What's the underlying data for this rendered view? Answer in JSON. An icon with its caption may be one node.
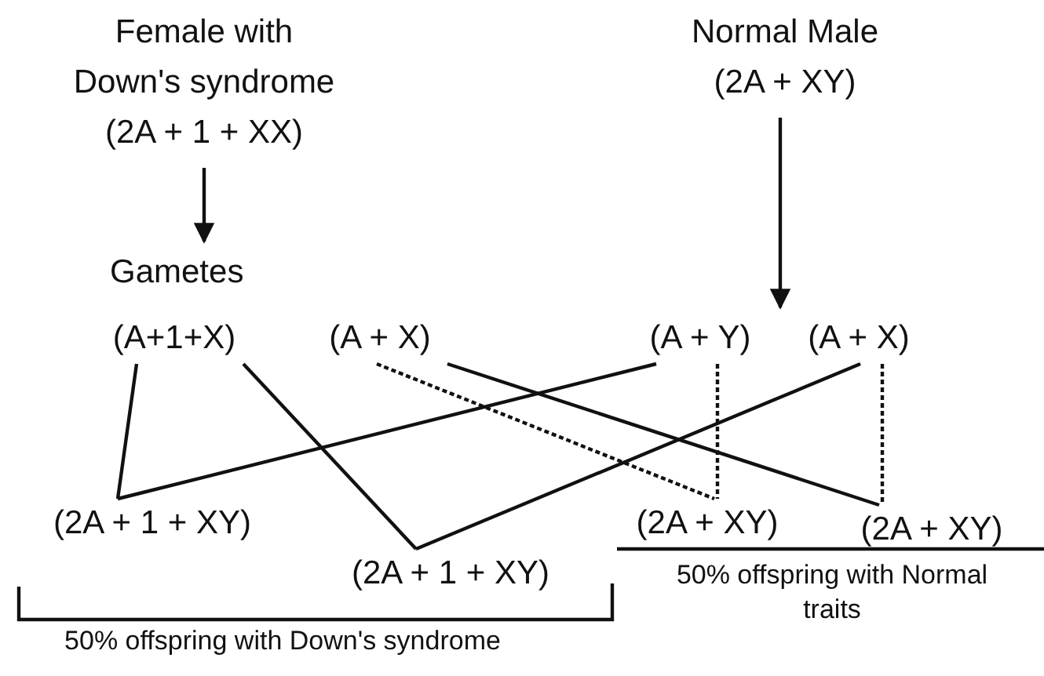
{
  "diagram": {
    "nodes": [
      {
        "text": [
          "Female with Down's syndrome",
          "(2A + 1 + XX)"
        ]
      },
      {
        "text": [
          "Normal Male",
          "(2A + XY)"
        ]
      },
      {
        "text": [
          "Gametes"
        ]
      },
      {
        "text": [
          "(A+1+X)"
        ]
      },
      {
        "text": [
          "(A + X)"
        ]
      },
      {
        "text": [
          "(A + Y)"
        ]
      },
      {
        "text": [
          "(A + X)"
        ]
      },
      {
        "text": [
          "(2A + 1 + XY)"
        ]
      },
      {
        "text": [
          "(2A + 1 + XY)"
        ]
      },
      {
        "text": [
          "(2A + XY)"
        ]
      },
      {
        "text": [
          "(2A + XY)"
        ]
      }
    ],
    "edges": [
      {
        "from": 3,
        "to": 7,
        "arrow": "none"
      },
      {
        "from": 5,
        "to": 7,
        "arrow": "none"
      },
      {
        "from": 3,
        "to": 8,
        "arrow": "none"
      },
      {
        "from": 6,
        "to": 8,
        "arrow": "none"
      },
      {
        "from": 4,
        "to": 9,
        "arrow": "none",
        "style": "dashed"
      },
      {
        "from": 5,
        "to": 9,
        "arrow": "none",
        "style": "dashed"
      },
      {
        "from": 4,
        "to": 10,
        "arrow": "none"
      },
      {
        "from": 6,
        "to": 10,
        "arrow": "none",
        "style": "dashed"
      },
      {
        "from": 0,
        "to": 2,
        "arrow": "to"
      },
      {
        "from": 1,
        "to": 5,
        "arrow": "to"
      }
    ],
    "labels": [
      "50% offspring with Down's syndrome",
      "50% offspring with Normal traits"
    ]
  }
}
